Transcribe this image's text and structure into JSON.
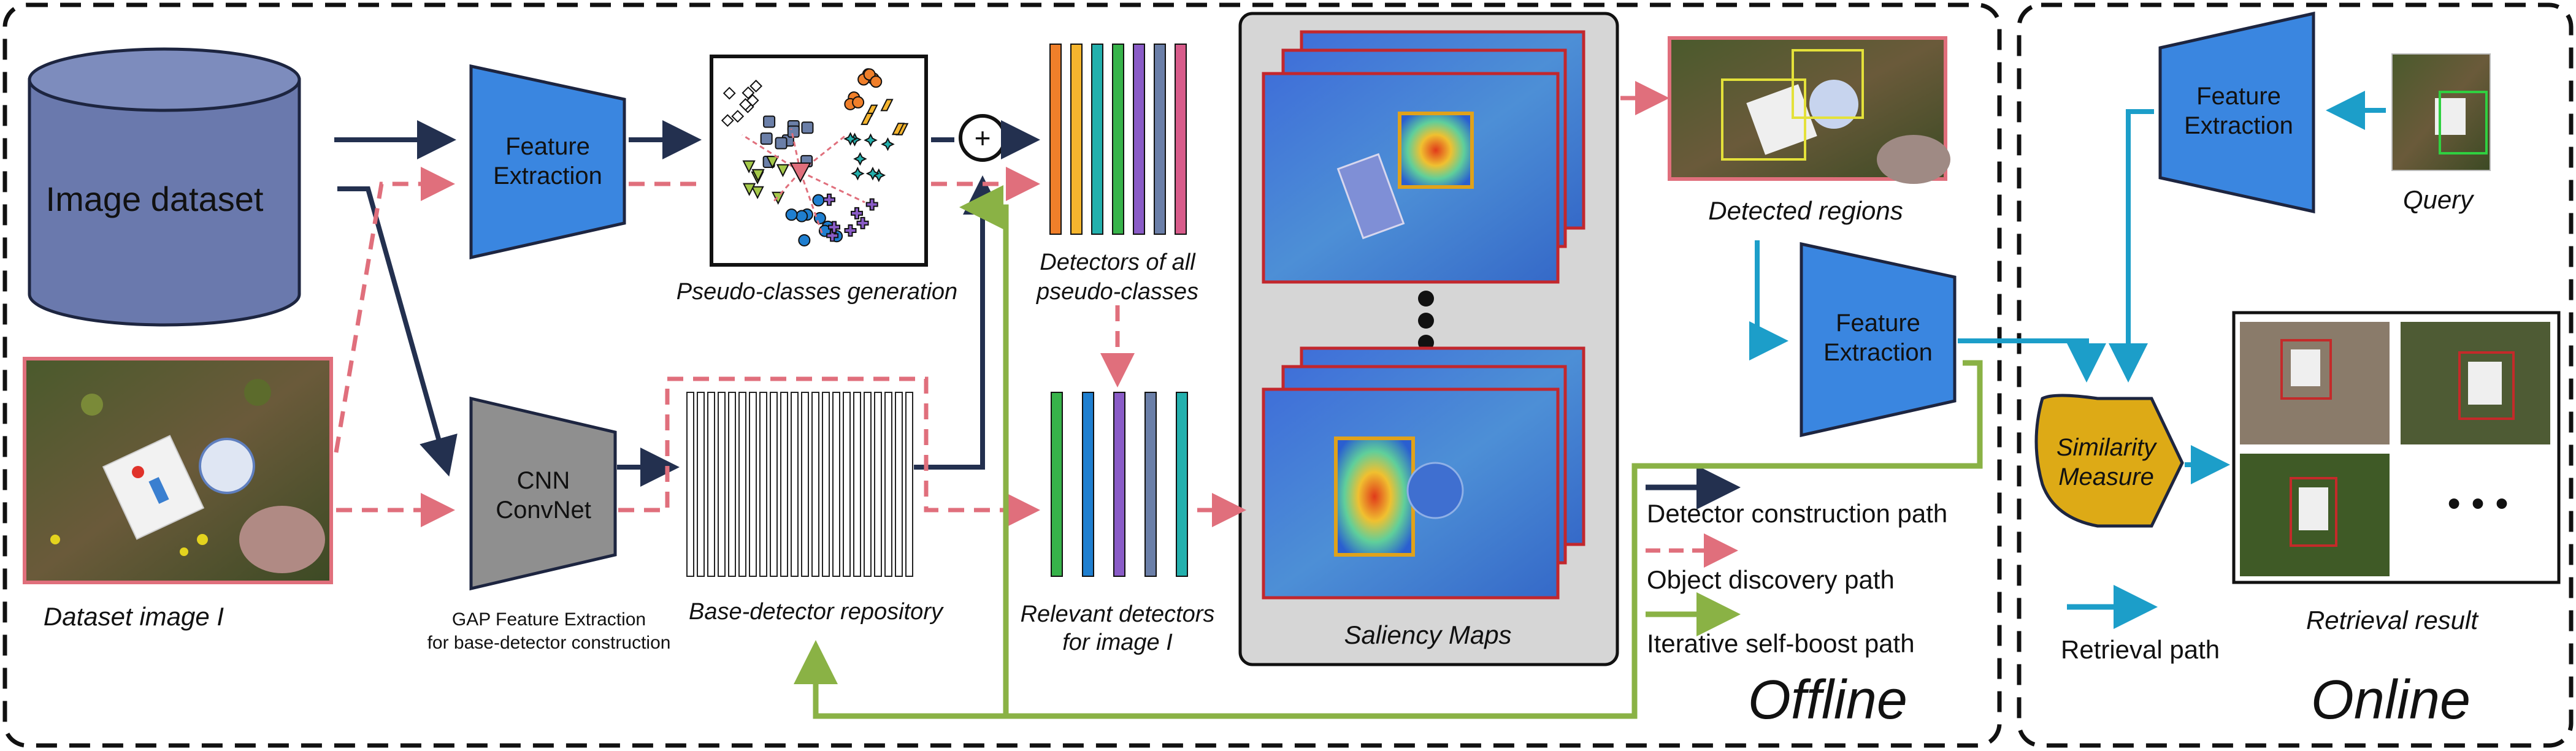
{
  "blocks": {
    "dataset_label": "Image dataset",
    "feature_extraction_top": [
      "Feature",
      "Extraction"
    ],
    "cnn_label": [
      "CNN",
      "ConvNet"
    ],
    "feature_extraction_mid": [
      "Feature",
      "Extraction"
    ],
    "feature_extraction_online": [
      "Feature",
      "Extraction"
    ],
    "similarity_label": [
      "Similarity",
      "Measure"
    ]
  },
  "captions": {
    "dataset_image": "Dataset image I",
    "gap_note": [
      "GAP Feature Extraction",
      "for base-detector construction"
    ],
    "pseudo_classes": "Pseudo-classes generation",
    "base_repository": "Base-detector repository",
    "detectors_all": [
      "Detectors of all",
      "pseudo-classes"
    ],
    "relevant_detectors": [
      "Relevant detectors",
      "for image I"
    ],
    "saliency_maps": "Saliency Maps",
    "detected_regions": "Detected regions",
    "query": "Query",
    "retrieval_result": "Retrieval result",
    "plus_symbol": "+",
    "more_results": "• • •"
  },
  "legend": {
    "detector_path": "Detector construction path",
    "discovery_path": "Object discovery path",
    "selfboost_path": "Iterative self-boost path",
    "retrieval_path": "Retrieval path"
  },
  "sections": {
    "offline": "Offline",
    "online": "Online"
  },
  "colors": {
    "navy": "#23304f",
    "pink": "#e06f7c",
    "green": "#8ab245",
    "cyan": "#1c9ec9",
    "blue_block": "#3a86e0",
    "gray_block": "#8f8f8f",
    "db_fill": "#6a79ad",
    "gold": "#ddaa16",
    "detector_stripes_top": [
      "#f07f2a",
      "#f5b52e",
      "#23b0ad",
      "#37b34a",
      "#8a5cc7",
      "#6b7fa8",
      "#d85c8b"
    ],
    "detector_stripes_rel": [
      "#37b34a",
      "#1f7fd0",
      "#8a5cc7",
      "#6b7fa8",
      "#23b0ad"
    ]
  }
}
